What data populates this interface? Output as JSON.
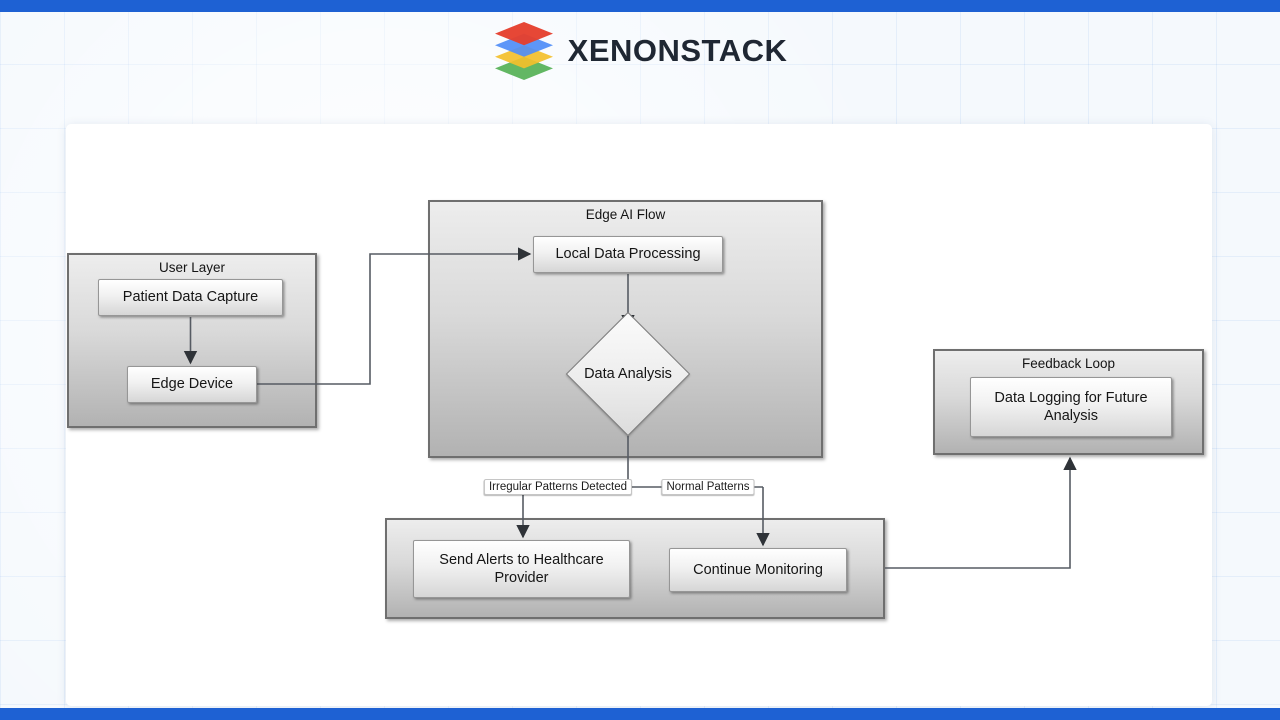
{
  "header": {
    "brand_text": "XENONSTACK",
    "logo_layer_colors": [
      "#e5402e",
      "#4f8df7",
      "#f3bf2b",
      "#55b156"
    ]
  },
  "theme": {
    "accent_blue": "#1e61d3",
    "page_background": "#f5f9fd",
    "card_background": "#ffffff",
    "group_border": "#6f6f6f",
    "edge_line": "#565b63"
  },
  "diagram": {
    "groups": {
      "user_layer": {
        "title": "User Layer"
      },
      "edge_ai_flow": {
        "title": "Edge AI Flow"
      },
      "actions": {
        "title": ""
      },
      "feedback_loop": {
        "title": "Feedback Loop"
      }
    },
    "nodes": {
      "patient_data_capture": {
        "label": "Patient Data Capture"
      },
      "edge_device": {
        "label": "Edge Device"
      },
      "local_data_processing": {
        "label": "Local Data Processing"
      },
      "data_analysis": {
        "label": "Data Analysis",
        "shape": "diamond"
      },
      "send_alerts": {
        "label": "Send Alerts to Healthcare Provider"
      },
      "continue_monitoring": {
        "label": "Continue Monitoring"
      },
      "data_logging": {
        "label": "Data Logging for Future Analysis"
      }
    },
    "edge_labels": {
      "irregular": {
        "text": "Irregular Patterns Detected"
      },
      "normal": {
        "text": "Normal Patterns"
      }
    },
    "edges": [
      {
        "from": "patient_data_capture",
        "to": "edge_device"
      },
      {
        "from": "edge_device",
        "to": "local_data_processing"
      },
      {
        "from": "local_data_processing",
        "to": "data_analysis"
      },
      {
        "from": "data_analysis",
        "to": "send_alerts",
        "label": "Irregular Patterns Detected"
      },
      {
        "from": "data_analysis",
        "to": "continue_monitoring",
        "label": "Normal Patterns"
      },
      {
        "from": "continue_monitoring",
        "to": "data_logging"
      }
    ]
  }
}
